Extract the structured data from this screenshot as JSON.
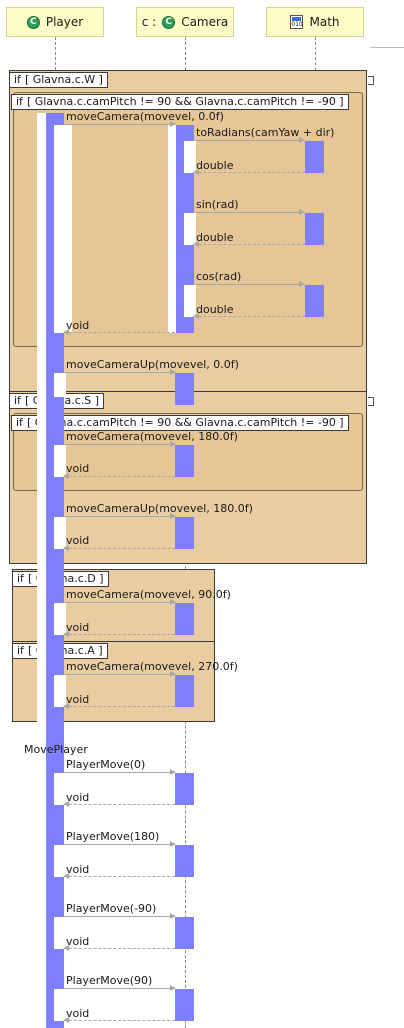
{
  "lifelines": [
    {
      "label": "Player",
      "icon": "class-icon",
      "glyph": "C"
    },
    {
      "prefix": "c :",
      "label": "Camera",
      "icon": "class-icon",
      "glyph": "C"
    },
    {
      "label": "Math",
      "icon": "binary-file-icon",
      "glyph": "010"
    }
  ],
  "frames": {
    "w": {
      "keyword": "if",
      "guard": "[ Glavna.c.W ]"
    },
    "w_inner": {
      "keyword": "if",
      "guard": "[ Glavna.c.camPitch != 90 && Glavna.c.camPitch != -90 ]"
    },
    "s": {
      "keyword": "if",
      "guard": "[ Glavna.c.S ]"
    },
    "s_inner": {
      "keyword": "if",
      "guard": "[ Glavna.c.camPitch != 90 && Glavna.c.camPitch != -90 ]"
    },
    "d": {
      "keyword": "if",
      "guard": "[ Glavna.c.D ]"
    },
    "a": {
      "keyword": "if",
      "guard": "[ Glavna.c.A ]"
    }
  },
  "messages": {
    "w_move": "moveCamera(movevel, 0.0f)",
    "to_radians": "toRadians(camYaw + dir)",
    "ret_double_1": "double",
    "sin": "sin(rad)",
    "ret_double_2": "double",
    "cos": "cos(rad)",
    "ret_double_3": "double",
    "w_ret": "void",
    "w_up": "moveCameraUp(movevel, 0.0f)",
    "s_move": "moveCamera(movevel, 180.0f)",
    "s_move_ret": "void",
    "s_up": "moveCameraUp(movevel, 180.0f)",
    "s_up_ret": "void",
    "d_move": "moveCamera(movevel, 90.0f)",
    "d_ret": "void",
    "a_move": "moveCamera(movevel, 270.0f)",
    "a_ret": "void",
    "group": "MovePlayer",
    "pm0": "PlayerMove(0)",
    "pm0_ret": "void",
    "pm180": "PlayerMove(180)",
    "pm180_ret": "void",
    "pm_neg90": "PlayerMove(-90)",
    "pm_neg90_ret": "void",
    "pm90": "PlayerMove(90)",
    "pm90_ret": "void"
  },
  "colors": {
    "header_fill": "#fdfdc8",
    "frame_fill": "#e9cca0",
    "activation": "#8080ff",
    "class_icon": "#2e9d54"
  }
}
